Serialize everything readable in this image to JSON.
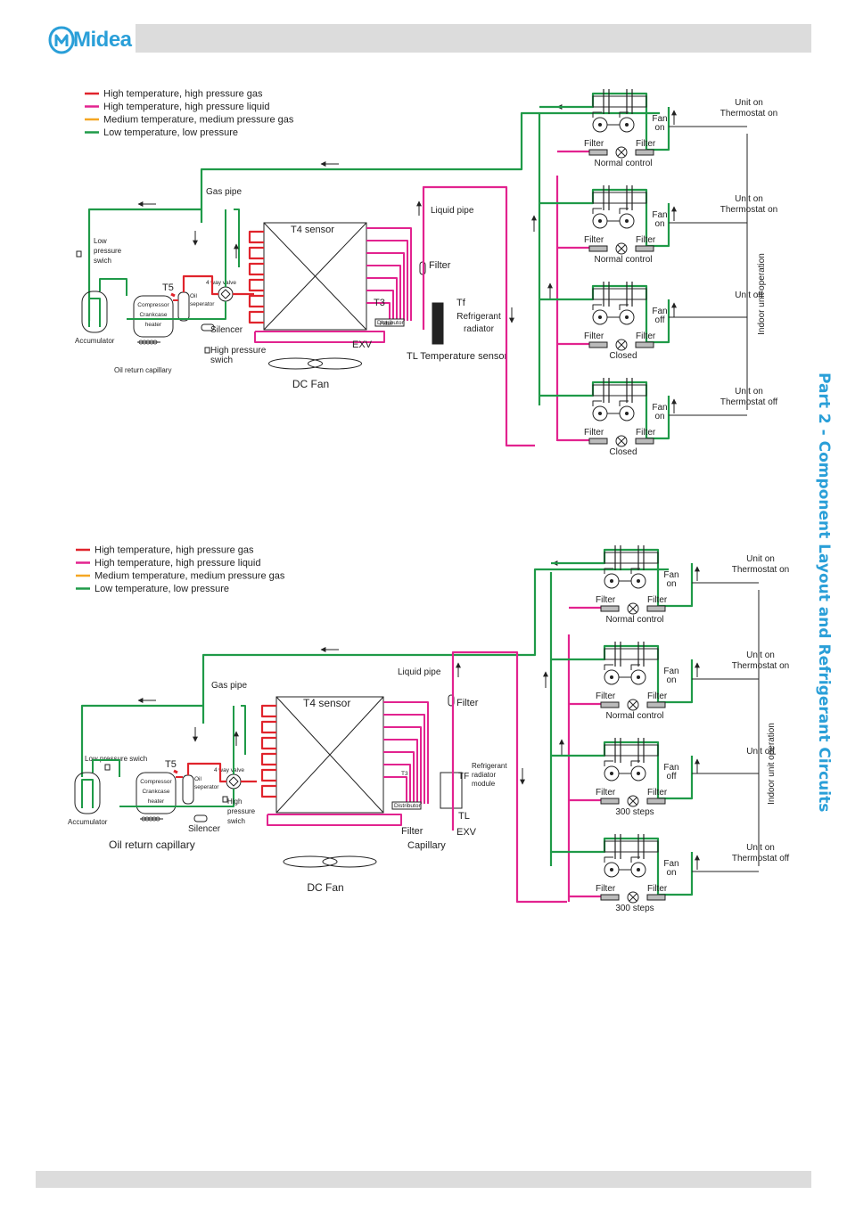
{
  "brand": {
    "logo_text": "Midea",
    "color": "#2a9fd8"
  },
  "side_title": "Part 2 - Component Layout and Refrigerant Circuits",
  "colors": {
    "hot_gas": "#e0242c",
    "hot_liquid": "#e2238f",
    "medium_gas": "#f5a623",
    "low_pressure": "#1f9a48"
  },
  "diagram1": {
    "legend": [
      "High temperature, high pressure gas",
      "High temperature, high pressure liquid",
      "Medium temperature, medium pressure gas",
      "Low temperature, low pressure"
    ],
    "labels": {
      "gas_pipe": "Gas pipe",
      "liquid_pipe": "Liquid pipe",
      "low_pressure_switch": [
        "Low",
        "pressure",
        "swich"
      ],
      "t5": "T5",
      "t4": "T4 sensor",
      "t3": "T3",
      "tf": "Tf",
      "four_way": "4 way valve",
      "oil_sep": [
        "Oil",
        "seperator"
      ],
      "compressor": [
        "Compressor",
        "Crankcase",
        "heater"
      ],
      "accumulator": "Accumulator",
      "silencer": "Silencer",
      "hp_switch": [
        "High pressure",
        "swich"
      ],
      "oil_return": "Oil return capillary",
      "dc_fan": "DC Fan",
      "exv": "EXV",
      "filter_main": "Filter",
      "filter_small": "Filter",
      "distributor": "Distributor",
      "refrigerant_radiator": [
        "Refrigerant",
        "radiator"
      ],
      "tl_sensor": "TL Temperature sensor",
      "indoor_operation": "Indoor unit operation"
    },
    "units": [
      {
        "fan": [
          "Fan",
          "on"
        ],
        "status": [
          "Unit on",
          "Thermostat on"
        ],
        "control": "Normal control",
        "filter": "Filter"
      },
      {
        "fan": [
          "Fan",
          "on"
        ],
        "status": [
          "Unit on",
          "Thermostat on"
        ],
        "control": "Normal control",
        "filter": "Filter"
      },
      {
        "fan": [
          "Fan",
          "off"
        ],
        "status": [
          "Unit off"
        ],
        "control": "Closed",
        "filter": "Filter"
      },
      {
        "fan": [
          "Fan",
          "on"
        ],
        "status": [
          "Unit on",
          "Thermostat off"
        ],
        "control": "Closed",
        "filter": "Filter"
      }
    ]
  },
  "diagram2": {
    "legend": [
      "High temperature, high pressure gas",
      "High temperature, high pressure liquid",
      "Medium temperature, medium pressure gas",
      "Low temperature, low pressure"
    ],
    "labels": {
      "gas_pipe": "Gas pipe",
      "liquid_pipe": "Liquid pipe",
      "filter_top": "Filter",
      "low_pressure_switch": "Low pressure swich",
      "t5": "T5",
      "t4": "T4  sensor",
      "t3": "T3",
      "tf": "TF",
      "tl": "TL",
      "four_way": "4 way valve",
      "oil_sep": [
        "Oil",
        "seperator"
      ],
      "compressor": [
        "Compressor",
        "Crankcase",
        "heater"
      ],
      "accumulator": "Accumulator",
      "silencer": "Silencer",
      "hp_switch": [
        "High",
        "pressure",
        "swich"
      ],
      "oil_return": "Oil return capillary",
      "dc_fan": "DC Fan",
      "filter_bottom": "Filter",
      "capillary": "Capillary",
      "exv": "EXV",
      "distributor": "Distributor",
      "refrigerant_module": [
        "Refrigerant",
        "radiator",
        "module"
      ],
      "indoor_operation": "Indoor unit operation"
    },
    "units": [
      {
        "fan": [
          "Fan",
          "on"
        ],
        "status": [
          "Unit on",
          "Thermostat on"
        ],
        "control": "Normal control",
        "filter": "Filter"
      },
      {
        "fan": [
          "Fan",
          "on"
        ],
        "status": [
          "Unit on",
          "Thermostat on"
        ],
        "control": "Normal control",
        "filter": "Filter"
      },
      {
        "fan": [
          "Fan",
          "off"
        ],
        "status": [
          "Unit off"
        ],
        "control": "300 steps",
        "filter": "Filter"
      },
      {
        "fan": [
          "Fan",
          "on"
        ],
        "status": [
          "Unit on",
          "Thermostat off"
        ],
        "control": "300 steps",
        "filter": "Filter"
      }
    ]
  }
}
